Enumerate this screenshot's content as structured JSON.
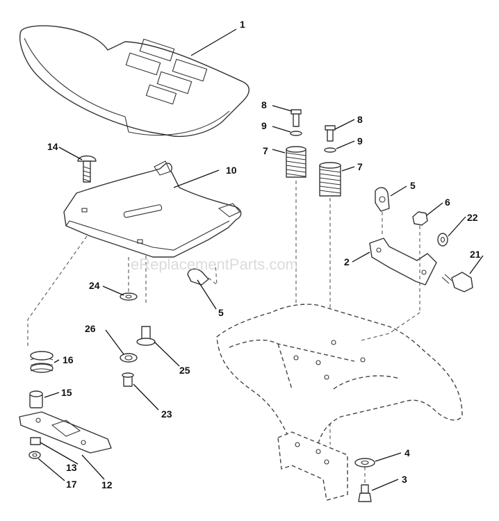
{
  "watermark": "eReplacementParts.com",
  "callouts": [
    {
      "id": "c1",
      "label": "1"
    },
    {
      "id": "c2",
      "label": "2"
    },
    {
      "id": "c3",
      "label": "3"
    },
    {
      "id": "c4",
      "label": "4"
    },
    {
      "id": "c5a",
      "label": "5"
    },
    {
      "id": "c5b",
      "label": "5"
    },
    {
      "id": "c6",
      "label": "6"
    },
    {
      "id": "c7a",
      "label": "7"
    },
    {
      "id": "c7b",
      "label": "7"
    },
    {
      "id": "c8a",
      "label": "8"
    },
    {
      "id": "c8b",
      "label": "8"
    },
    {
      "id": "c9a",
      "label": "9"
    },
    {
      "id": "c9b",
      "label": "9"
    },
    {
      "id": "c10",
      "label": "10"
    },
    {
      "id": "c12",
      "label": "12"
    },
    {
      "id": "c13",
      "label": "13"
    },
    {
      "id": "c14",
      "label": "14"
    },
    {
      "id": "c15",
      "label": "15"
    },
    {
      "id": "c16",
      "label": "16"
    },
    {
      "id": "c17",
      "label": "17"
    },
    {
      "id": "c21",
      "label": "21"
    },
    {
      "id": "c22",
      "label": "22"
    },
    {
      "id": "c23",
      "label": "23"
    },
    {
      "id": "c24",
      "label": "24"
    },
    {
      "id": "c25",
      "label": "25"
    },
    {
      "id": "c26",
      "label": "26"
    }
  ]
}
